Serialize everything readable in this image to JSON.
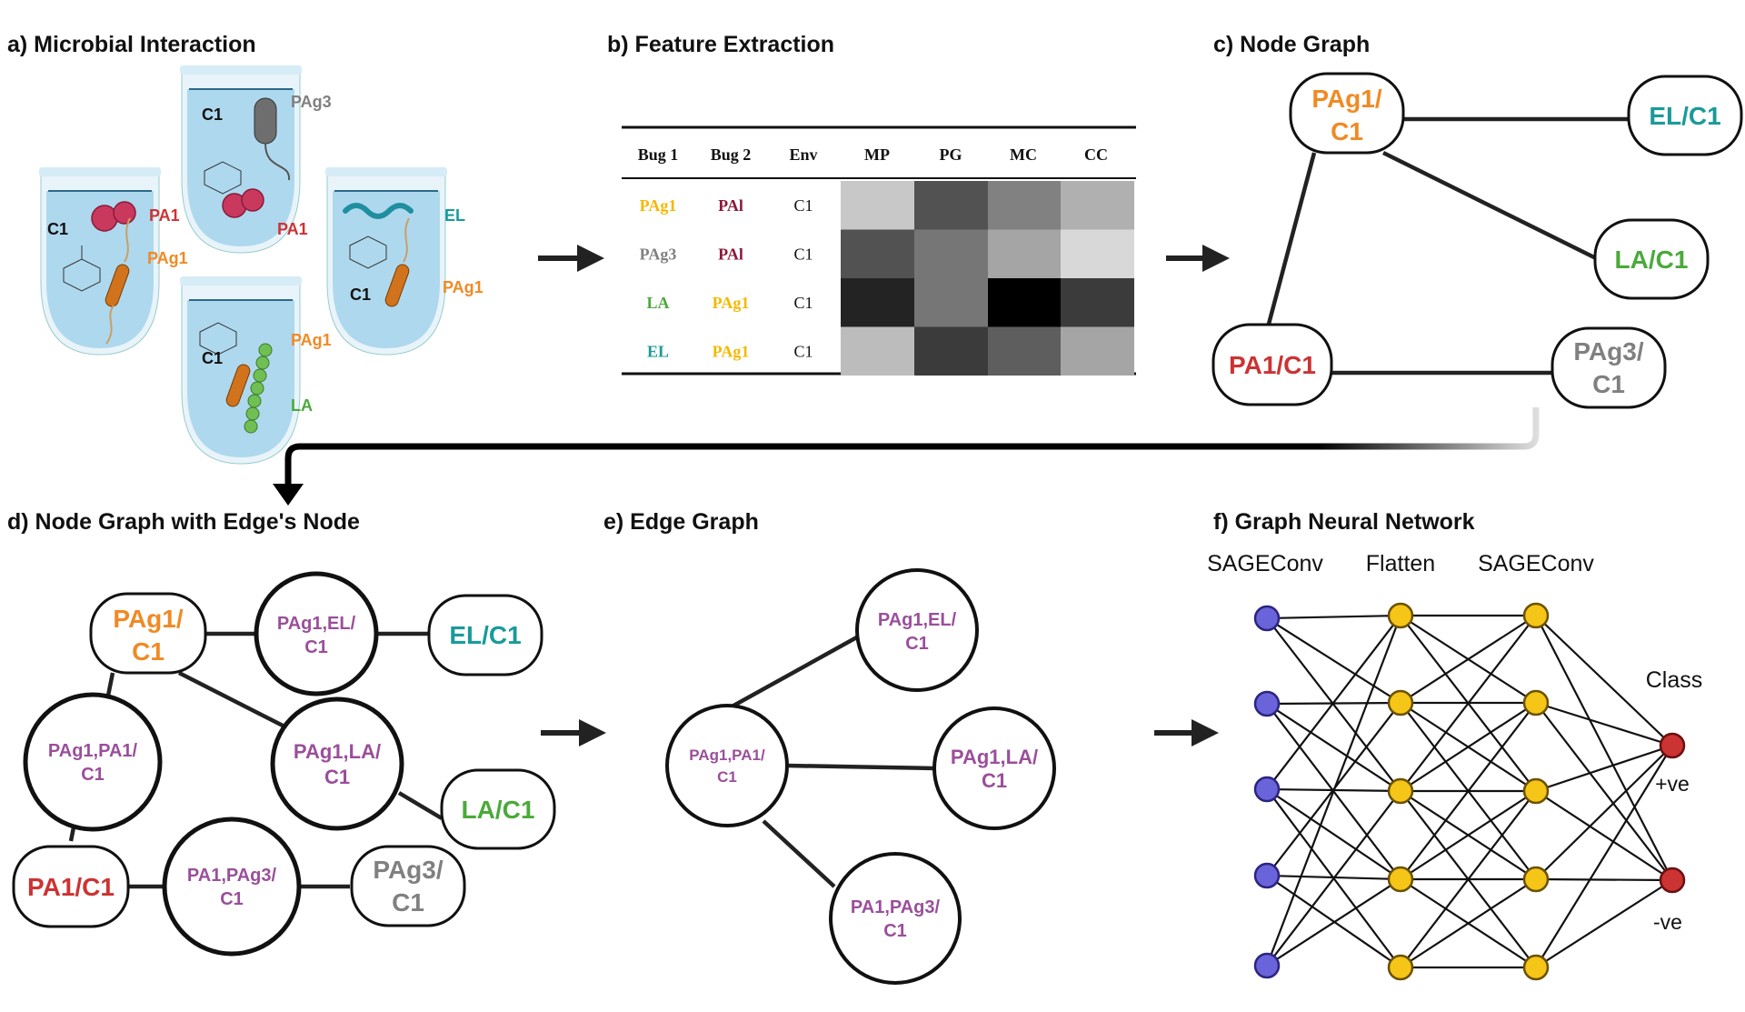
{
  "panels": {
    "a": {
      "title": "a) Microbial Interaction",
      "tubes": [
        {
          "medium": "C1",
          "bugs": [
            "PA1",
            "PAg1"
          ]
        },
        {
          "medium": "C1",
          "bugs": [
            "PAg3",
            "PA1"
          ]
        },
        {
          "medium": "C1",
          "bugs": [
            "EL",
            "PAg1"
          ]
        },
        {
          "medium": "C1",
          "bugs": [
            "PAg1",
            "LA"
          ]
        }
      ]
    },
    "b": {
      "title": "b) Feature Extraction",
      "table": {
        "headers": [
          "Bug 1",
          "Bug 2",
          "Env",
          "MP",
          "PG",
          "MC",
          "CC"
        ],
        "rows": [
          {
            "bug1": "PAg1",
            "bug2": "PAl",
            "env": "C1",
            "features": [
              0.85,
              0.35,
              0.55,
              0.75
            ]
          },
          {
            "bug1": "PAg3",
            "bug2": "PAl",
            "env": "C1",
            "features": [
              0.35,
              0.5,
              0.7,
              0.92
            ]
          },
          {
            "bug1": "LA",
            "bug2": "PAg1",
            "env": "C1",
            "features": [
              0.15,
              0.5,
              0.0,
              0.25
            ]
          },
          {
            "bug1": "EL",
            "bug2": "PAg1",
            "env": "C1",
            "features": [
              0.8,
              0.25,
              0.4,
              0.7
            ]
          }
        ]
      }
    },
    "c": {
      "title": "c) Node Graph",
      "nodes": [
        {
          "id": "pag1",
          "l1": "PAg1/",
          "l2": "C1"
        },
        {
          "id": "el",
          "l1": "EL/C1",
          "l2": ""
        },
        {
          "id": "la",
          "l1": "LA/C1",
          "l2": ""
        },
        {
          "id": "pa1",
          "l1": "PA1/C1",
          "l2": ""
        },
        {
          "id": "pag3",
          "l1": "PAg3/",
          "l2": "C1"
        }
      ]
    },
    "d": {
      "title": "d) Node Graph with Edge's Node",
      "nodes": [
        {
          "id": "pag1",
          "l1": "PAg1/",
          "l2": "C1"
        },
        {
          "id": "pag1el",
          "l1": "PAg1,EL/",
          "l2": "C1"
        },
        {
          "id": "el",
          "l1": "EL/C1",
          "l2": ""
        },
        {
          "id": "pag1pa1",
          "l1": "PAg1,PA1/",
          "l2": "C1"
        },
        {
          "id": "pag1la",
          "l1": "PAg1,LA/",
          "l2": "C1"
        },
        {
          "id": "la",
          "l1": "LA/C1",
          "l2": ""
        },
        {
          "id": "pa1",
          "l1": "PA1/C1",
          "l2": ""
        },
        {
          "id": "pa1pag3",
          "l1": "PA1,PAg3/",
          "l2": "C1"
        },
        {
          "id": "pag3",
          "l1": "PAg3/",
          "l2": "C1"
        }
      ]
    },
    "e": {
      "title": "e) Edge Graph",
      "nodes": [
        {
          "id": "pag1el",
          "l1": "PAg1,EL/",
          "l2": "C1"
        },
        {
          "id": "pag1pa1",
          "l1": "PAg1,PA1/",
          "l2": "C1"
        },
        {
          "id": "pag1la",
          "l1": "PAg1,LA/",
          "l2": "C1"
        },
        {
          "id": "pa1pag3",
          "l1": "PA1,PAg3/",
          "l2": "C1"
        }
      ]
    },
    "f": {
      "title": "f) Graph Neural Network",
      "layer_labels": [
        "SAGEConv",
        "Flatten",
        "SAGEConv"
      ],
      "class_label": "Class",
      "outputs": [
        "+ve",
        "-ve"
      ]
    }
  },
  "colors": {
    "pag1": "#f08a24",
    "pag1_table": "#f5b800",
    "pag3": "#808080",
    "pa1": "#cc3333",
    "pa1_table": "#8b1a3a",
    "el": "#1a9a9a",
    "la": "#4aaa3a",
    "edge_node": "#9a4f9a",
    "nn_input": "#6b63d9",
    "nn_hidden": "#f5c518",
    "nn_output": "#cc3333",
    "bacteria_red": "#c9395d",
    "rod_orange": "#d1731c",
    "chain_green": "#6fbf52",
    "el_teal": "#1f8f9f",
    "grey_cell": "#6e6e6e"
  }
}
